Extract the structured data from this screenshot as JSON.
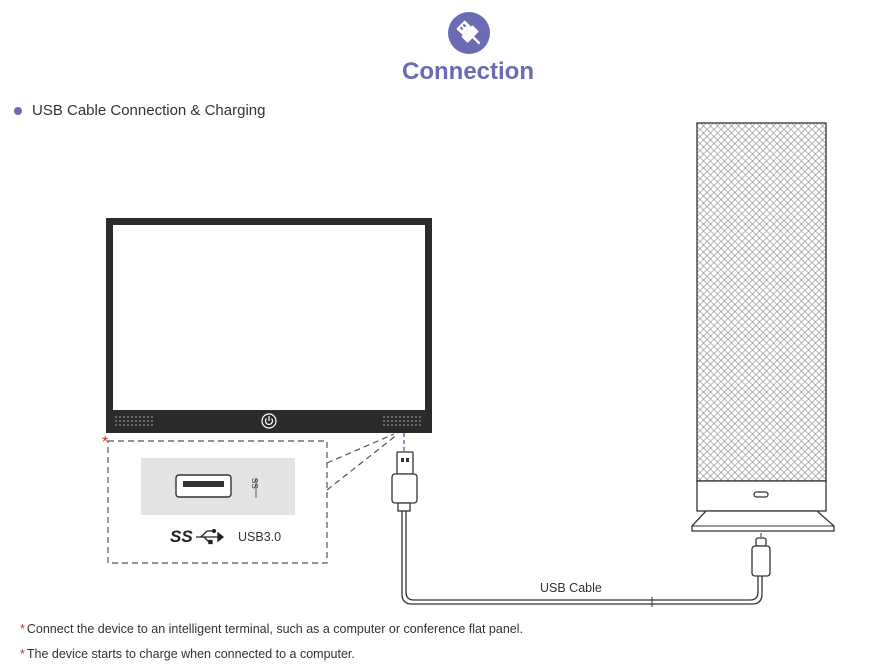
{
  "header": {
    "icon": "usb-plug-icon",
    "title": "Connection",
    "accent_color": "#6b6bb3"
  },
  "section": {
    "bullet_label": "USB Cable Connection & Charging"
  },
  "diagram": {
    "port_label": "USB3.0",
    "ss_logo_text": "SS",
    "cable_label": "USB Cable",
    "marker": "*"
  },
  "notes": [
    {
      "star": "*",
      "text": "Connect the device to an intelligent terminal, such as a computer or conference flat panel."
    },
    {
      "star": "*",
      "text": "The device starts to charge when connected to a computer."
    }
  ],
  "colors": {
    "accent": "#6b6bb3",
    "star": "#d32f2f",
    "line": "#555555"
  }
}
